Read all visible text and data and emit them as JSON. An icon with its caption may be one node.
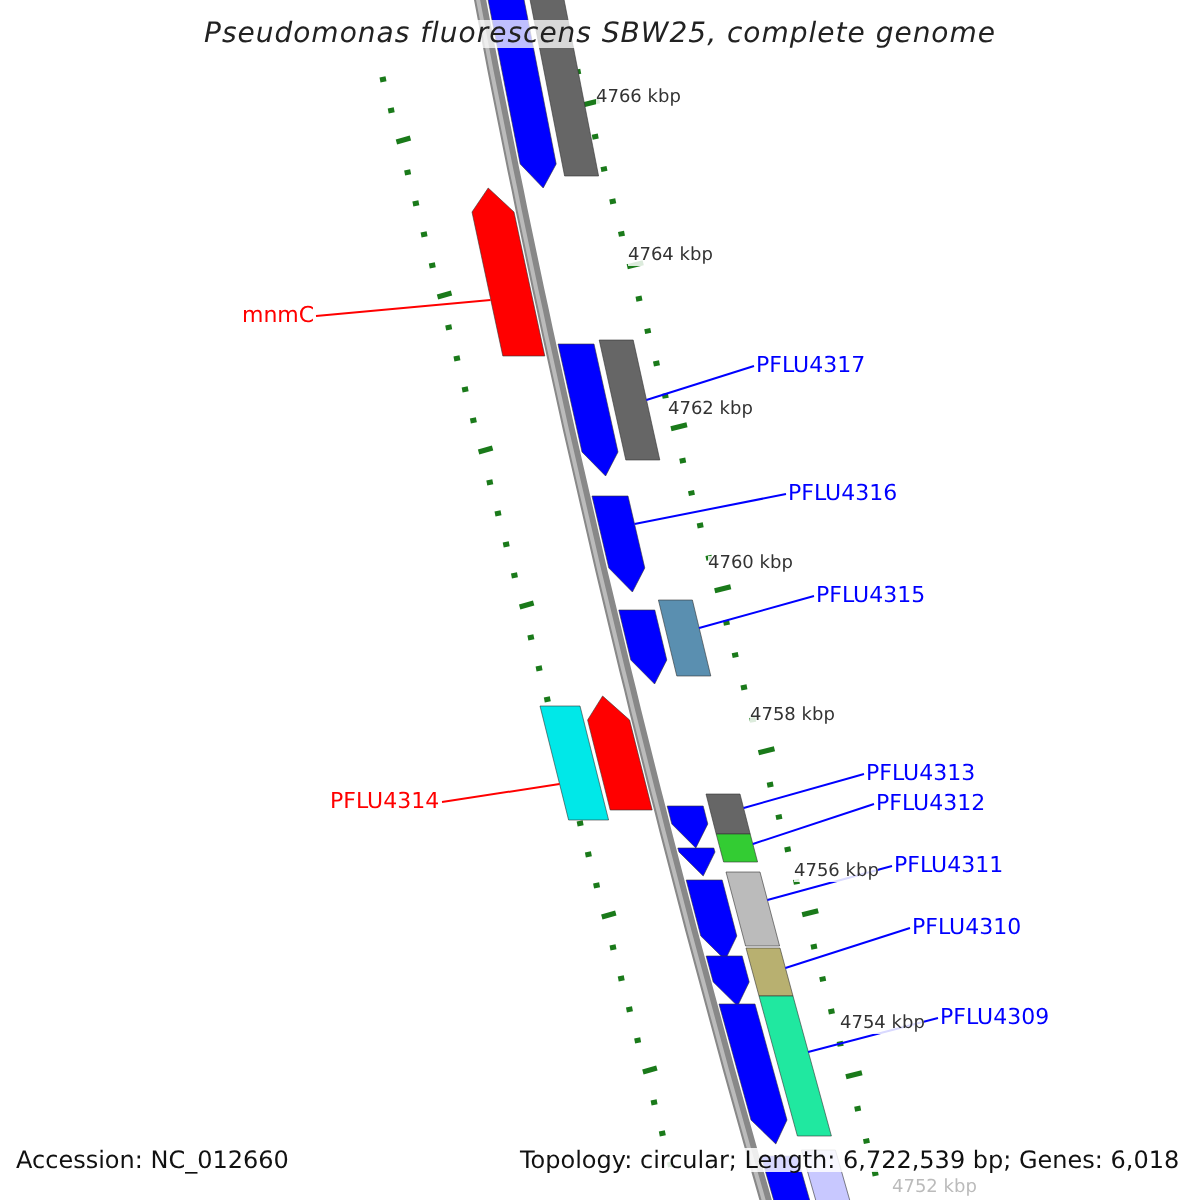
{
  "diagram": {
    "title": "Pseudomonas fluorescens SBW25, complete genome",
    "nodes": [
      {
        "text": [
          "mnmC"
        ]
      },
      {
        "text": [],
        "shape": "pentagon"
      },
      {
        "text": [
          "PFLU4317"
        ]
      },
      {
        "text": [],
        "shape": "bar"
      },
      {
        "text": [
          "PFLU4316"
        ]
      },
      {
        "text": [],
        "shape": "pentagon"
      },
      {
        "text": [
          "PFLU4315"
        ]
      },
      {
        "text": [],
        "shape": "bar"
      },
      {
        "text": [
          "PFLU4314"
        ]
      },
      {
        "text": [],
        "shape": "bar"
      },
      {
        "text": [
          "PFLU4313"
        ]
      },
      {
        "text": [],
        "shape": "bar"
      },
      {
        "text": [
          "PFLU4312"
        ]
      },
      {
        "text": [],
        "shape": "bar"
      },
      {
        "text": [
          "PFLU4311"
        ]
      },
      {
        "text": [],
        "shape": "bar"
      },
      {
        "text": [
          "PFLU4310"
        ]
      },
      {
        "text": [],
        "shape": "bar"
      },
      {
        "text": [
          "PFLU4309"
        ]
      },
      {
        "text": [],
        "shape": "bar"
      },
      {
        "text": [],
        "shape": "pentagon"
      },
      {
        "text": [],
        "shape": "bar"
      },
      {
        "text": [],
        "shape": "pentagon"
      },
      {
        "text": [],
        "shape": "pentagon"
      },
      {
        "text": [],
        "shape": "pentagon"
      },
      {
        "text": [],
        "shape": "pentagon"
      },
      {
        "text": [],
        "shape": "pentagon"
      },
      {
        "text": [],
        "shape": "pentagon"
      },
      {
        "text": [],
        "shape": "pentagon"
      },
      {
        "text": [],
        "shape": "pentagon"
      },
      {
        "text": [],
        "shape": "bar"
      },
      {
        "text": [],
        "shape": "bar"
      }
    ],
    "edges": [
      {
        "from": 0,
        "to": 1,
        "arrow": "none",
        "color": "#ff0000"
      },
      {
        "from": 2,
        "to": 3,
        "arrow": "none"
      },
      {
        "from": 4,
        "to": 5,
        "arrow": "none"
      },
      {
        "from": 6,
        "to": 7,
        "arrow": "none"
      },
      {
        "from": 8,
        "to": 9,
        "arrow": "none",
        "color": "#ff0000"
      },
      {
        "from": 10,
        "to": 11,
        "arrow": "none"
      },
      {
        "from": 12,
        "to": 13,
        "arrow": "none"
      },
      {
        "from": 14,
        "to": 15,
        "arrow": "none"
      },
      {
        "from": 16,
        "to": 17,
        "arrow": "none"
      },
      {
        "from": 18,
        "to": 19,
        "arrow": "none"
      }
    ],
    "labels": [
      "4766 kbp",
      "4764 kbp",
      "4762 kbp",
      "4760 kbp",
      "4758 kbp",
      "4756 kbp",
      "4754 kbp",
      "4752 kbp",
      "Accession: NC_012660",
      "Topology: circular; Length: 6,722,539 bp; Genes: 6,018"
    ]
  }
}
